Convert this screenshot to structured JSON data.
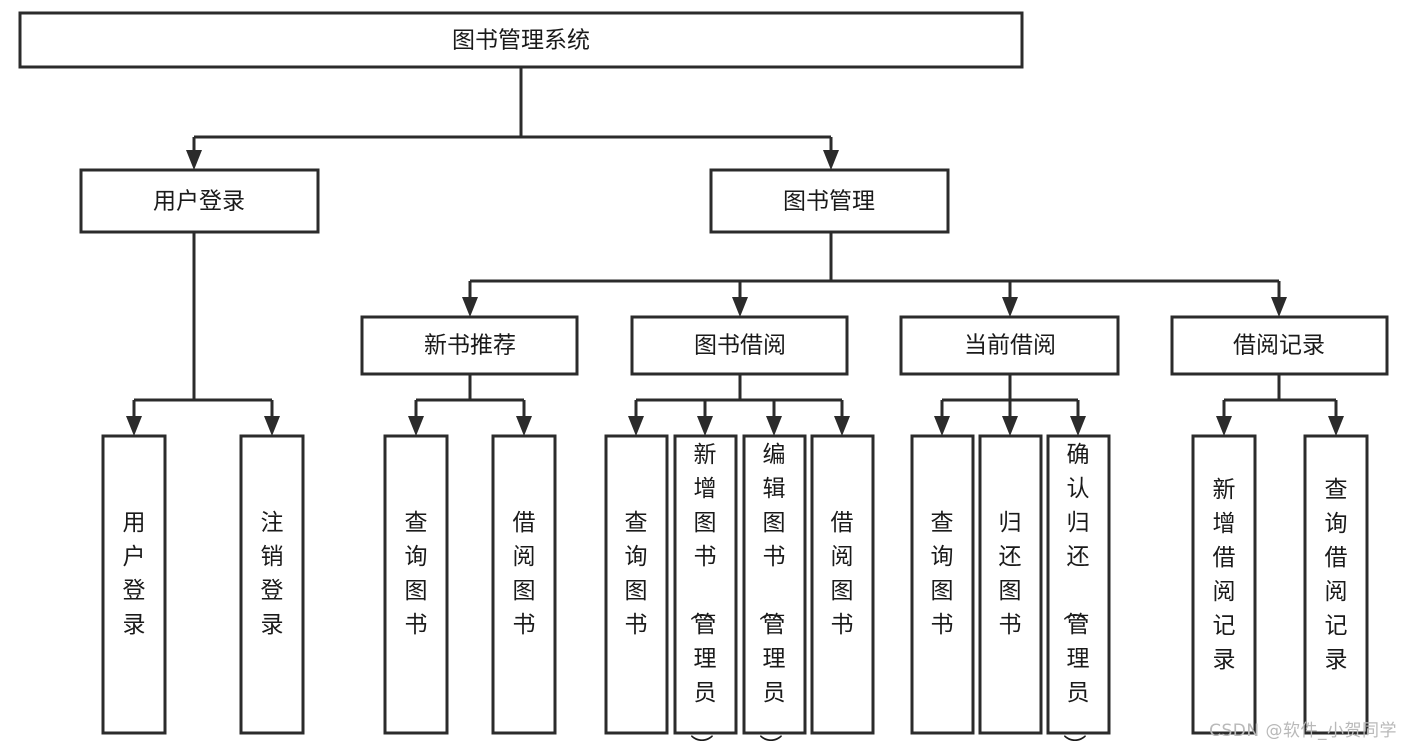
{
  "diagram": {
    "type": "tree-hierarchy",
    "title": "图书管理系统",
    "orientation": "top-down",
    "watermark": "CSDN @软件_小贺同学",
    "colors": {
      "box_stroke": "#2b2b2b",
      "box_fill": "#ffffff",
      "text": "#1a1a1a",
      "background": "#ffffff",
      "watermark": "#b9b9b9"
    },
    "levels": {
      "root": {
        "label": "图书管理系统"
      },
      "level2": [
        {
          "id": "user-login",
          "label": "用户登录"
        },
        {
          "id": "book-manage",
          "label": "图书管理"
        }
      ],
      "level3": [
        {
          "id": "new-book-rec",
          "label": "新书推荐",
          "parent": "book-manage"
        },
        {
          "id": "book-borrow",
          "label": "图书借阅",
          "parent": "book-manage"
        },
        {
          "id": "current-borrow",
          "label": "当前借阅",
          "parent": "book-manage"
        },
        {
          "id": "borrow-record",
          "label": "借阅记录",
          "parent": "book-manage"
        }
      ],
      "leaves": [
        {
          "id": "leaf-user-login",
          "label": "用户登录",
          "parent": "user-login"
        },
        {
          "id": "leaf-logout",
          "label": "注销登录",
          "parent": "user-login"
        },
        {
          "id": "leaf-query-book-1",
          "label": "查询图书",
          "parent": "new-book-rec"
        },
        {
          "id": "leaf-borrow-book-1",
          "label": "借阅图书",
          "parent": "new-book-rec"
        },
        {
          "id": "leaf-query-book-2",
          "label": "查询图书",
          "parent": "book-borrow"
        },
        {
          "id": "leaf-add-book",
          "label": "新增图书（管理员）",
          "parent": "book-borrow"
        },
        {
          "id": "leaf-edit-book",
          "label": "编辑图书（管理员）",
          "parent": "book-borrow"
        },
        {
          "id": "leaf-borrow-book-2",
          "label": "借阅图书",
          "parent": "book-borrow"
        },
        {
          "id": "leaf-query-book-3",
          "label": "查询图书",
          "parent": "current-borrow"
        },
        {
          "id": "leaf-return-book",
          "label": "归还图书",
          "parent": "current-borrow"
        },
        {
          "id": "leaf-confirm-return",
          "label": "确认归还（管理员）",
          "parent": "current-borrow"
        },
        {
          "id": "leaf-add-record",
          "label": "新增借阅记录",
          "parent": "borrow-record"
        },
        {
          "id": "leaf-query-record",
          "label": "查询借阅记录",
          "parent": "borrow-record"
        }
      ]
    }
  }
}
